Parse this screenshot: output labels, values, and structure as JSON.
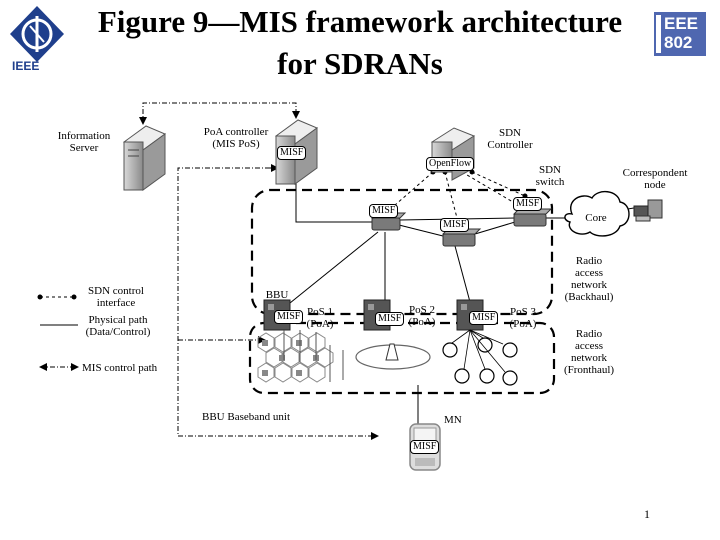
{
  "title_line1": "Figure 9—MIS framework architecture",
  "title_line2": "for SDRANs",
  "logos": {
    "ieee": "IEEE",
    "ieee802_top": "EEE",
    "ieee802_bottom": "802"
  },
  "labels": {
    "information_server": [
      "Information",
      "Server"
    ],
    "poa_controller": [
      "PoA controller",
      "(MIS PoS)"
    ],
    "sdn_controller": [
      "SDN",
      "Controller"
    ],
    "sdn_switch": [
      "SDN",
      "switch"
    ],
    "correspondent_node": [
      "Correspondent",
      "node"
    ],
    "core": "Core",
    "openflow": "OpenFlow",
    "misf": "MISF",
    "bbu": "BBU",
    "pos1": [
      "PoS 1",
      "(PoA)"
    ],
    "pos2": [
      "PoS 2",
      "(PoA)"
    ],
    "pos3": [
      "PoS 3",
      "(PoA)"
    ],
    "backhaul": [
      "Radio",
      "access",
      "network",
      "(Backhaul)"
    ],
    "fronthaul": [
      "Radio",
      "access",
      "network",
      "(Fronthaul)"
    ],
    "mn": "MN",
    "bbu_baseband": "BBU Baseband unit"
  },
  "legend": {
    "sdn_control_interface": [
      "SDN control",
      "interface"
    ],
    "physical_path": [
      "Physical path",
      "(Data/Control)"
    ],
    "mis_control_path": "MIS control path"
  },
  "page_number": "1"
}
